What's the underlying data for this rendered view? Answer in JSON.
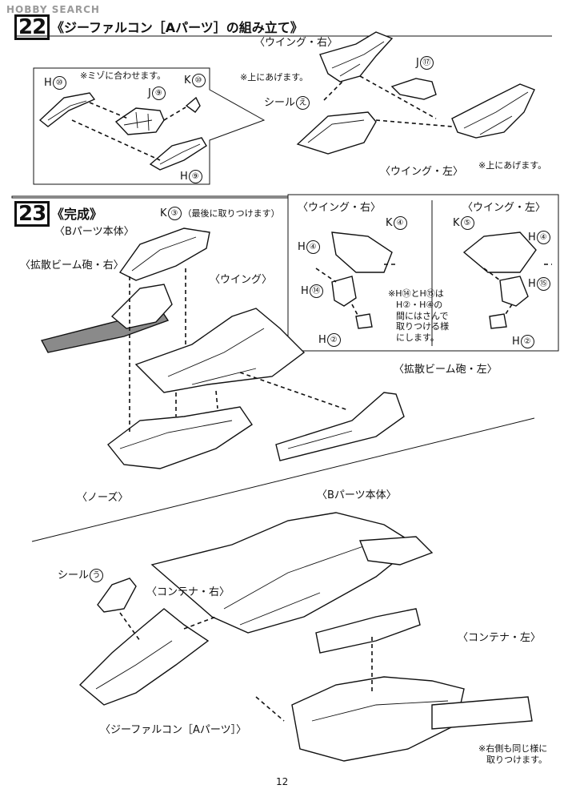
{
  "watermark": "HOBBY SEARCH",
  "page_number": "12",
  "step22": {
    "number": "22",
    "title": "《ジーファルコン［Aパーツ］の組み立て》",
    "wing_right": "〈ウイング・右〉",
    "wing_left": "〈ウイング・左〉",
    "note_up_1": "※上にあげます。",
    "note_up_2": "※上にあげます。",
    "note_groove": "※ミゾに合わせます。",
    "part_j17": "J",
    "part_j17_num": "⑰",
    "seal_e": "シール",
    "seal_e_num": "え",
    "inset": {
      "h10": "H",
      "h10_num": "⑩",
      "j9": "J",
      "j9_num": "⑨",
      "k10": "K",
      "k10_num": "⑩",
      "h9": "H",
      "h9_num": "⑨"
    }
  },
  "step23": {
    "number": "23",
    "title": "《完成》",
    "k3": "K",
    "k3_num": "③",
    "k3_note": "（最後に取りつけます）",
    "b_parts_body": "〈Bパーツ本体〉",
    "beam_right": "〈拡散ビーム砲・右〉",
    "wing": "〈ウイング〉",
    "beam_left": "〈拡散ビーム砲・左〉",
    "nose": "〈ノーズ〉",
    "sub": {
      "wing_right": "〈ウイング・右〉",
      "wing_left": "〈ウイング・左〉",
      "k4": "K",
      "k4_num": "④",
      "k5": "K",
      "k5_num": "⑤",
      "h4a": "H",
      "h4a_num": "④",
      "h4b": "H",
      "h4b_num": "④",
      "h14": "H",
      "h14_num": "⑭",
      "h15": "H",
      "h15_num": "⑮",
      "h2a": "H",
      "h2a_num": "②",
      "h2b": "H",
      "h2b_num": "②",
      "note_lines": [
        "※H⑭とH⑮は",
        "H②・H④の",
        "間にはさんで",
        "取りつける様",
        "にします。"
      ]
    }
  },
  "step_final": {
    "b_parts_body": "〈Bパーツ本体〉",
    "seal_u": "シール",
    "seal_u_num": "う",
    "container_right": "〈コンテナ・右〉",
    "container_left": "〈コンテナ・左〉",
    "gfalcon_a": "〈ジーファルコン［Aパーツ］〉",
    "note_lines": [
      "※右側も同じ様に",
      "取りつけます。"
    ]
  }
}
